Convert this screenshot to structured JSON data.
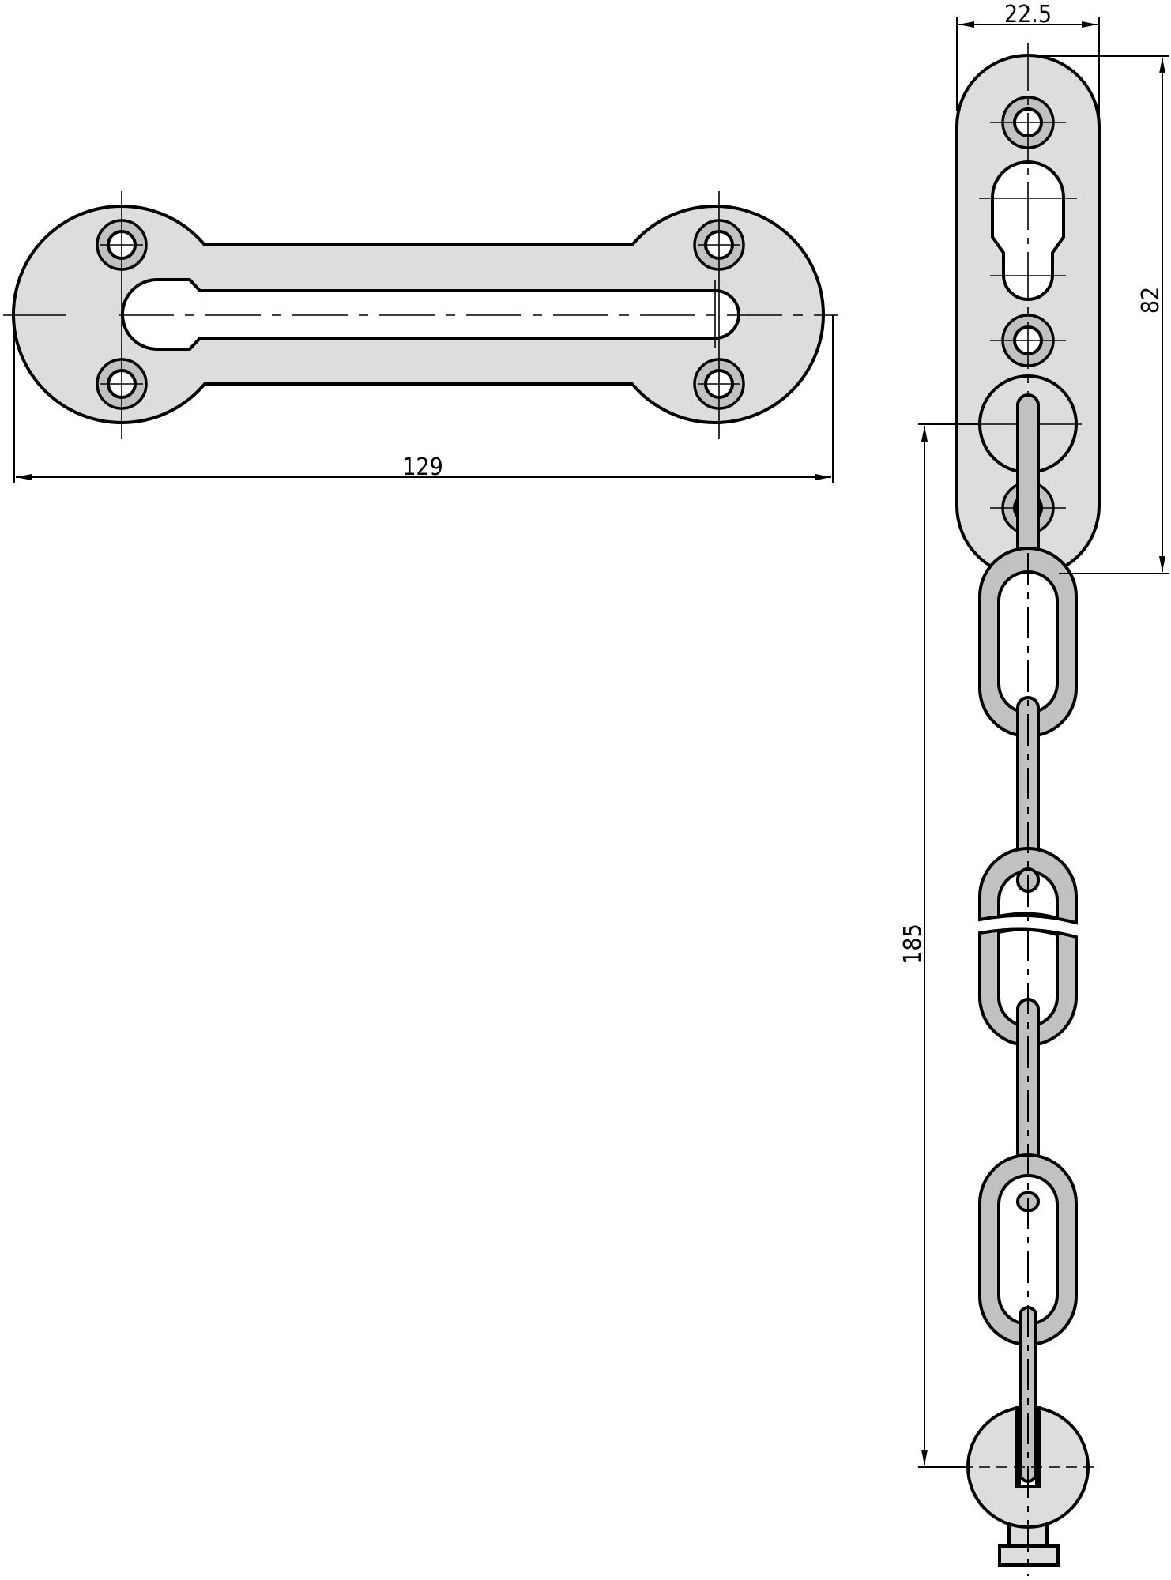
{
  "drawing": {
    "title": "Door chain technical drawing",
    "views": {
      "catch_plate": {
        "dimension_width": "129"
      },
      "chain_plate": {
        "dimension_width": "22.5",
        "dimension_plate_height": "82",
        "dimension_chain_length": "185"
      }
    },
    "colors": {
      "part_fill": "#dcdedd",
      "chain_fill": "#c0c1c1",
      "outline": "#000000",
      "background": "#ffffff"
    }
  }
}
